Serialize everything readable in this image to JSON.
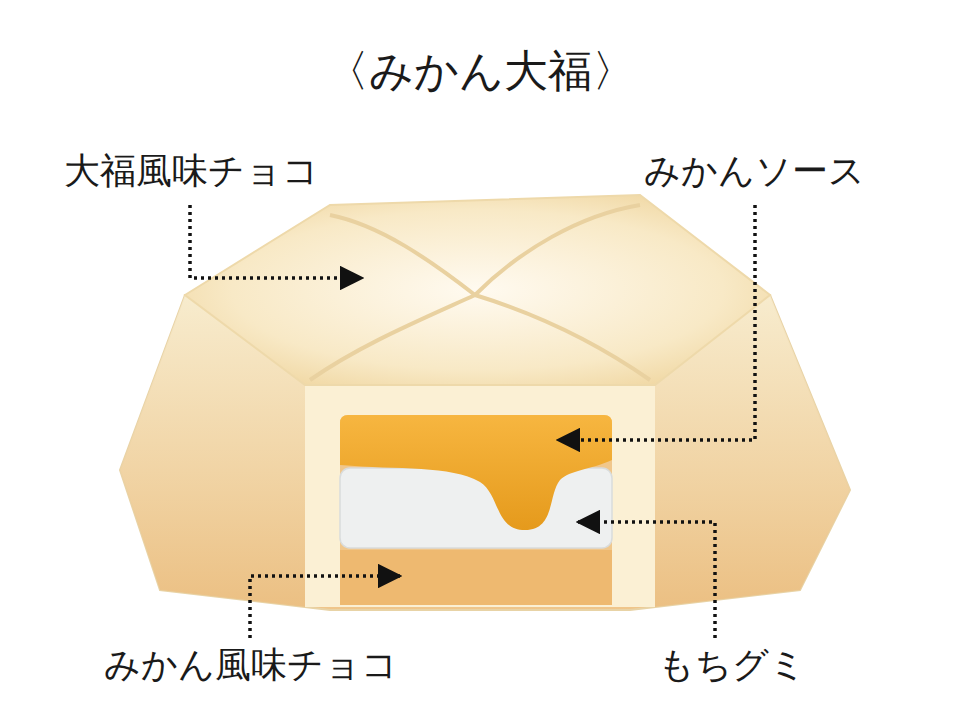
{
  "diagram": {
    "title": "〈みかん大福〉",
    "labels": [
      "大福風味チョコ",
      "みかんソース",
      "みかん風味チョコ",
      "もちグミ"
    ]
  }
}
